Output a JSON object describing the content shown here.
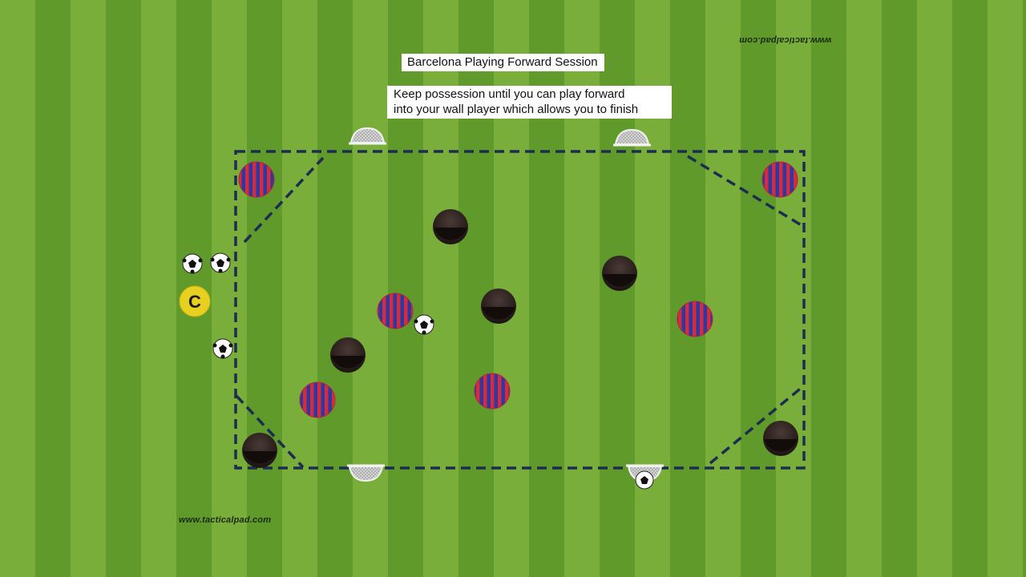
{
  "title": "Barcelona Playing Forward Session",
  "description_lines": [
    "Keep possession until you can play forward",
    "into your wall player which allows you to finish"
  ],
  "watermark": "www.tacticalpad.com",
  "coach_label": "C",
  "colors": {
    "grass_light": "#7aae3a",
    "grass_dark": "#5f9a2a",
    "boundary": "#1d2d4f",
    "team_stripe_red": "#d62b3f",
    "team_stripe_blue": "#2a3aa0",
    "opponent": "#2a1e1c",
    "coach": "#e8d020"
  },
  "icons": [
    "mini-goal-icon",
    "soccer-ball-icon",
    "coach-icon",
    "striped-player-icon",
    "dark-player-icon"
  ]
}
